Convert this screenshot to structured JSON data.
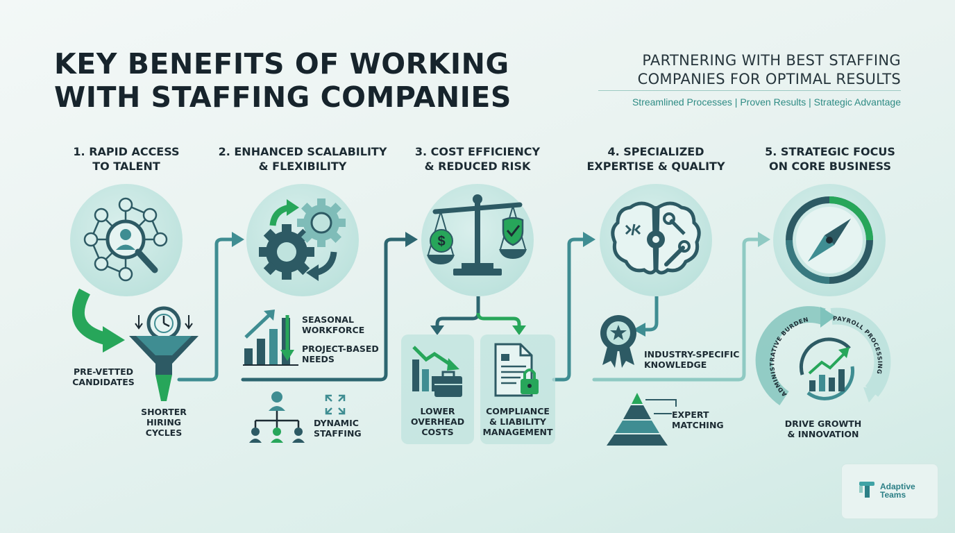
{
  "title": {
    "line1": "KEY BENEFITS OF WORKING",
    "line2": "WITH STAFFING COMPANIES"
  },
  "subtitle": {
    "line1": "PARTNERING WITH BEST STAFFING",
    "line2": "COMPANIES FOR OPTIMAL RESULTS"
  },
  "tagline": "Streamlined Processes | Proven Results | Strategic Advantage",
  "steps": [
    {
      "title1": "1. RAPID ACCESS",
      "title2": "TO TALENT",
      "labels": {
        "candidates1": "PRE-VETTED",
        "candidates2": "CANDIDATES",
        "hiring1": "SHORTER",
        "hiring2": "HIRING",
        "hiring3": "CYCLES"
      }
    },
    {
      "title1": "2. ENHANCED SCALABILITY",
      "title2": "& FLEXIBILITY",
      "labels": {
        "seasonal1": "SEASONAL",
        "seasonal2": "WORKFORCE",
        "project1": "PROJECT-BASED",
        "project2": "NEEDS",
        "dynamic1": "DYNAMIC",
        "dynamic2": "STAFFING"
      }
    },
    {
      "title1": "3. COST EFFICIENCY",
      "title2": "& REDUCED RISK",
      "labels": {
        "overhead1": "LOWER",
        "overhead2": "OVERHEAD",
        "overhead3": "COSTS",
        "compliance1": "COMPLIANCE",
        "compliance2": "& LIABILITY",
        "compliance3": "MANAGEMENT"
      }
    },
    {
      "title1": "4. SPECIALIZED",
      "title2": "EXPERTISE & QUALITY",
      "labels": {
        "industry1": "INDUSTRY-SPECIFIC",
        "industry2": "KNOWLEDGE",
        "expert1": "EXPERT",
        "expert2": "MATCHING"
      }
    },
    {
      "title1": "5. STRATEGIC FOCUS",
      "title2": "ON CORE BUSINESS",
      "labels": {
        "admin": "ADMINISTRATIVE BURDEN",
        "payroll": "PAYROLL PROCESSING",
        "growth1": "DRIVE GROWTH",
        "growth2": "& INNOVATION"
      }
    }
  ],
  "logo": {
    "line1": "Adaptive",
    "line2": "Teams"
  },
  "colors": {
    "dark_teal": "#2d5a64",
    "mid_teal": "#3f8d92",
    "green": "#27a65a",
    "circle_fill": "#bfe3de"
  }
}
